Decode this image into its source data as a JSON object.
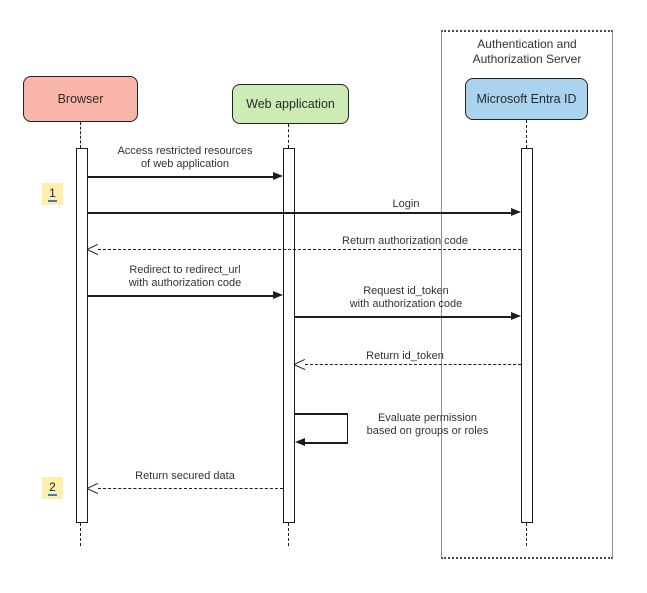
{
  "frame": {
    "title": "Authentication and\nAuthorization Server"
  },
  "actors": [
    {
      "id": "browser",
      "name": "Browser",
      "fill": "#FAB5AB"
    },
    {
      "id": "web-application",
      "name": "Web application",
      "fill": "#CDEBB4"
    },
    {
      "id": "entra-id",
      "name": "Microsoft Entra ID",
      "fill": "#AAD3EF"
    }
  ],
  "messages": [
    {
      "n": 1,
      "label": "Access restricted resources\nof web application",
      "from": "browser",
      "to": "web-application",
      "line": "solid",
      "arrow": "filled"
    },
    {
      "n": 2,
      "label": "Login",
      "from": "browser",
      "to": "entra-id",
      "line": "solid",
      "arrow": "filled"
    },
    {
      "n": 3,
      "label": "Return authorization code",
      "from": "entra-id",
      "to": "browser",
      "line": "dashed",
      "arrow": "open"
    },
    {
      "n": 4,
      "label": "Redirect to redirect_url\nwith authorization code",
      "from": "browser",
      "to": "web-application",
      "line": "solid",
      "arrow": "filled"
    },
    {
      "n": 5,
      "label": "Request id_token\nwith authorization code",
      "from": "web-application",
      "to": "entra-id",
      "line": "solid",
      "arrow": "filled"
    },
    {
      "n": 6,
      "label": "Return id_token",
      "from": "entra-id",
      "to": "web-application",
      "line": "dashed",
      "arrow": "open"
    },
    {
      "n": 7,
      "label": "Evaluate permission\nbased on groups or roles",
      "from": "web-application",
      "to": "web-application",
      "line": "self",
      "arrow": "filled"
    },
    {
      "n": 8,
      "label": "Return secured data",
      "from": "web-application",
      "to": "browser",
      "line": "dashed",
      "arrow": "open"
    }
  ],
  "markers": [
    {
      "label": "1"
    },
    {
      "label": "2"
    }
  ],
  "colors": {
    "actor_border": "#222222",
    "frame_border": "#8f8f8f",
    "line": "#1c1c1c",
    "badge_fill": "#ffefad",
    "badge_underline": "#3f76d6",
    "label_text": "#333333"
  }
}
